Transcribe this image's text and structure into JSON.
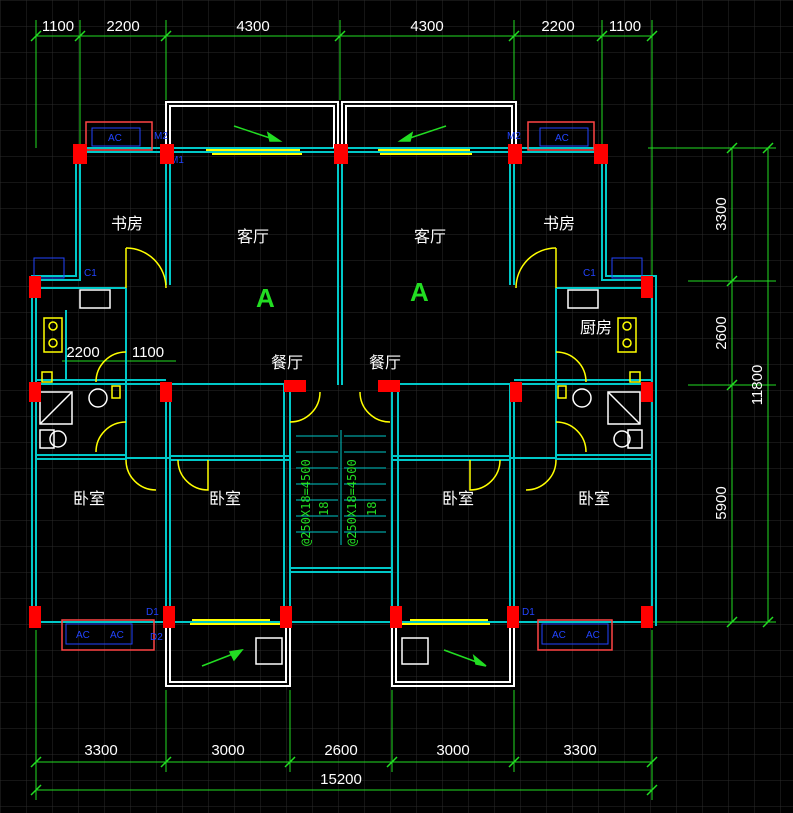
{
  "dimensions": {
    "top": [
      "1100",
      "2200",
      "4300",
      "4300",
      "2200",
      "1100"
    ],
    "bottom": [
      "3300",
      "3000",
      "2600",
      "3000",
      "3300"
    ],
    "bottom_total": "15200",
    "right": [
      "3300",
      "2600",
      "5900"
    ],
    "right_total": "11800",
    "inner": [
      "2200",
      "1100"
    ]
  },
  "rooms": {
    "study": "书房",
    "living": "客厅",
    "dining": "餐厅",
    "bedroom": "卧室",
    "kitchen": "厨房"
  },
  "unit_mark": "A",
  "stair_labels": [
    "@250X18=4500",
    "@250X18=4500"
  ],
  "stair_tags": [
    "18",
    "18"
  ],
  "window_tag": "AC",
  "small_tags": [
    "C1",
    "M1",
    "M2",
    "D1",
    "D2"
  ],
  "colors": {
    "background": "#000000",
    "grid": "#2a2a2a",
    "wall": "#00c8c8",
    "column": "#ff0000",
    "dimension": "#22dd22",
    "door": "#ffff00"
  }
}
